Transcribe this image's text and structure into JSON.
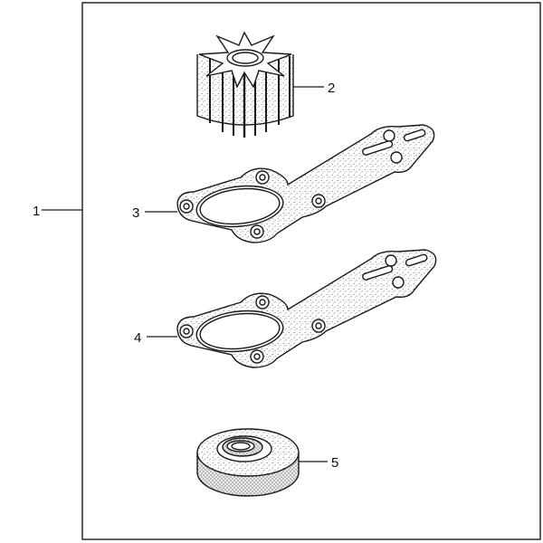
{
  "diagram": {
    "callouts": {
      "kit": "1",
      "impeller": "2",
      "gasket_upper": "3",
      "gasket_lower": "4",
      "seal": "5"
    },
    "colors": {
      "line": "#1a1a1a",
      "stipple": "#555555",
      "background": "#ffffff"
    }
  }
}
